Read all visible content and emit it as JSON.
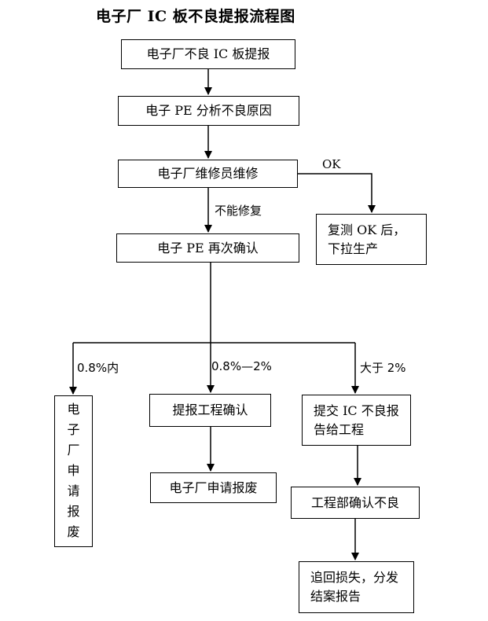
{
  "title": "电子厂 IC 板不良提报流程图",
  "boxes": {
    "report": "电子厂不良 IC 板提报",
    "pe_analyze": "电子 PE 分析不良原因",
    "repair": "电子厂维修员维修",
    "retest": "复测 OK 后，下拉生产",
    "pe_confirm": "电子 PE 再次确认",
    "scrap_apply_left": "电子厂申请报废",
    "eng_confirm": "提报工程确认",
    "scrap_apply_mid": "电子厂申请报废",
    "submit_report": "提交 IC 不良报告给工程",
    "eng_dept_confirm": "工程部确认不良",
    "recover": "追回损失，分发结案报告"
  },
  "labels": {
    "ok": "OK",
    "cannot_fix": "不能修复",
    "branch_low": "0.8%内",
    "branch_mid": "0.8%—2%",
    "branch_high": "大于 2%"
  }
}
